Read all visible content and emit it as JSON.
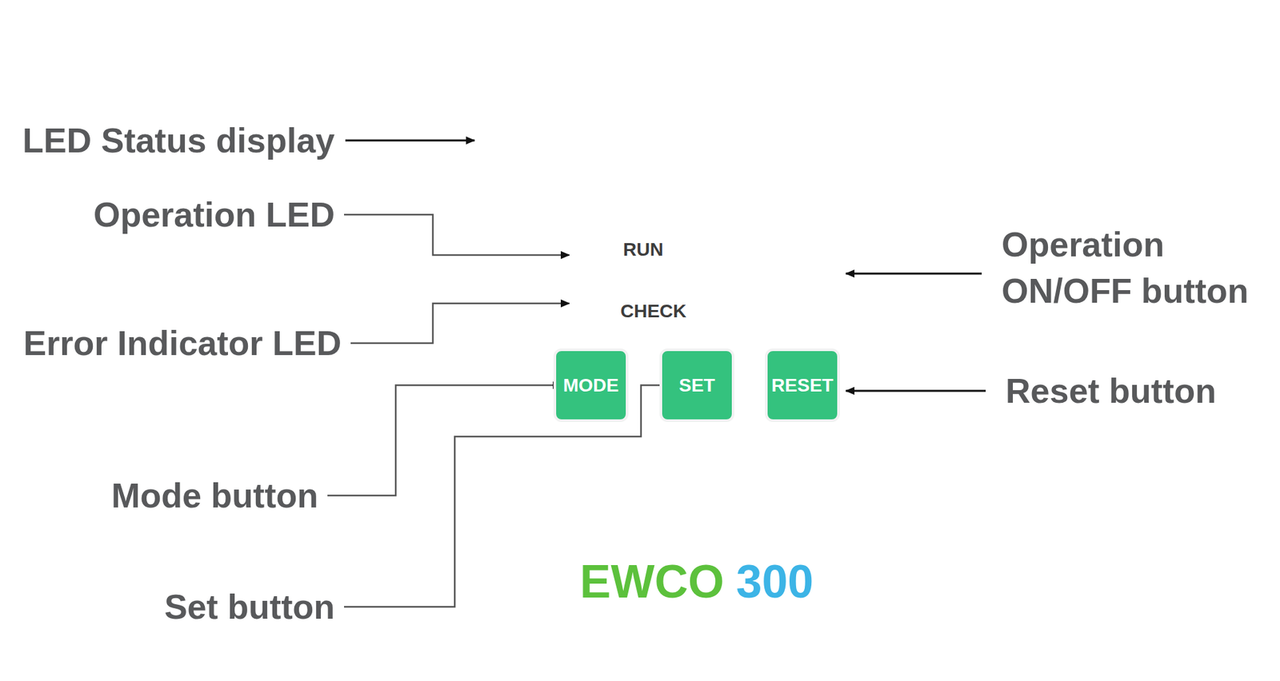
{
  "diagram": {
    "nodes": [
      {
        "text": [
          "EWCO",
          "300"
        ]
      },
      {
        "text": [
          "MODE"
        ],
        "in": 0
      },
      {
        "text": [
          "SET"
        ],
        "in": 0
      },
      {
        "text": [
          "RESET"
        ],
        "in": 0
      }
    ],
    "labels": [
      "LED Status display",
      "Operation LED",
      "RUN",
      "Operation ON/OFF button",
      "CHECK",
      "Error Indicator LED",
      "Reset button",
      "Mode button",
      "Set button"
    ]
  }
}
